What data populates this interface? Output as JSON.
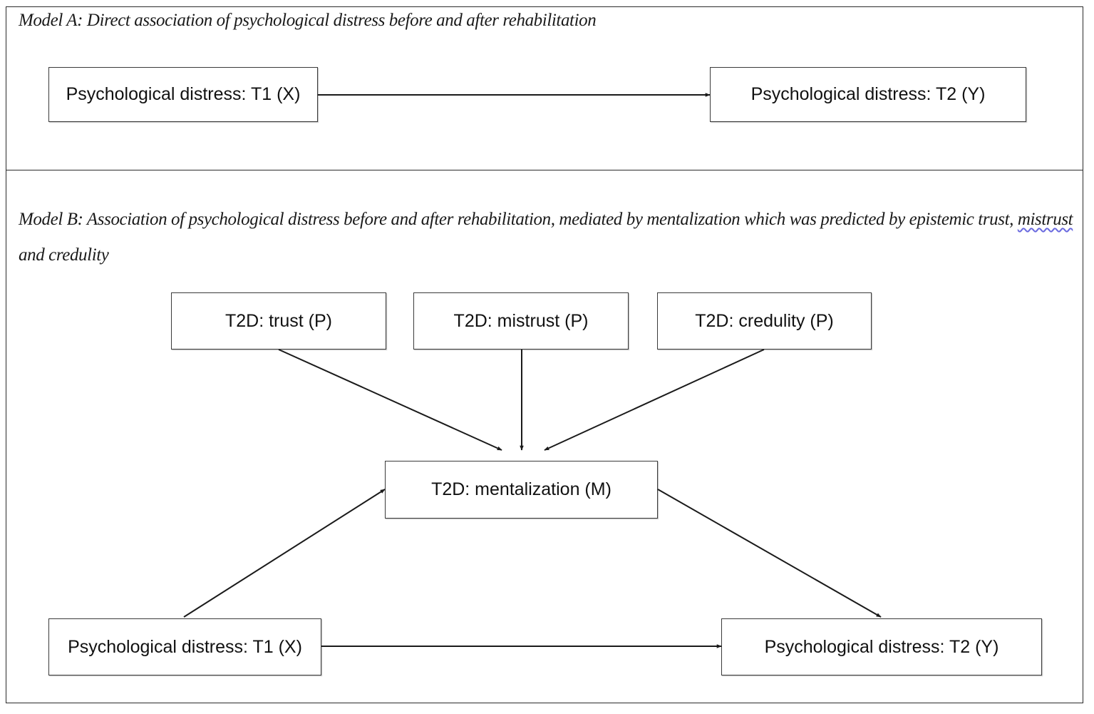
{
  "model_a": {
    "caption": "Model A: Direct association of psychological distress before and after rehabilitation",
    "nodes": {
      "x": "Psychological distress: T1 (X)",
      "y": "Psychological distress: T2 (Y)"
    }
  },
  "model_b": {
    "caption_line1_prefix": "Model B: Association of psychological distress before and after rehabilitation, mediated by mentalization which was predicted by epistemic trust, ",
    "caption_line1_underlined": "mistrust",
    "caption_line2": "and credulity",
    "nodes": {
      "trust": "T2D: trust (P)",
      "mistrust": "T2D: mistrust (P)",
      "credulity": "T2D: credulity (P)",
      "mentalization": "T2D: mentalization (M)",
      "x": "Psychological distress: T1 (X)",
      "y": "Psychological distress: T2 (Y)"
    }
  },
  "colors": {
    "line": "#1a1a1a",
    "box_border": "#3a3a3a",
    "underline": "#6a6adf"
  }
}
